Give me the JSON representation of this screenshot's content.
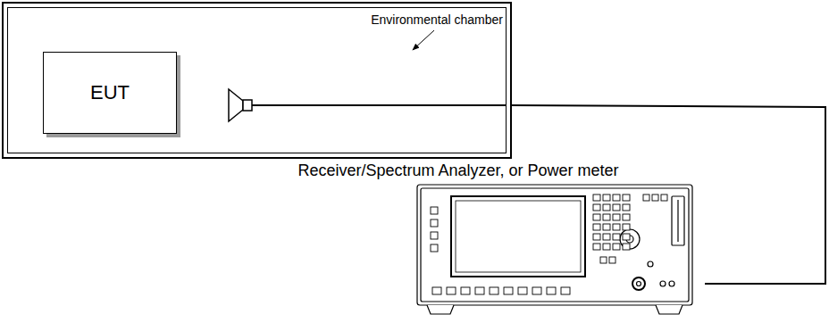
{
  "diagram": {
    "nodes": [
      {
        "text": [
          "Environmental chamber"
        ]
      },
      {
        "text": [
          "EUT"
        ],
        "in": 0
      },
      {
        "text": [
          "Receiver/Spectrum Analyzer, or Power meter"
        ]
      }
    ],
    "edges": [
      {
        "from": 0,
        "to": 2,
        "arrow": "none"
      }
    ]
  }
}
